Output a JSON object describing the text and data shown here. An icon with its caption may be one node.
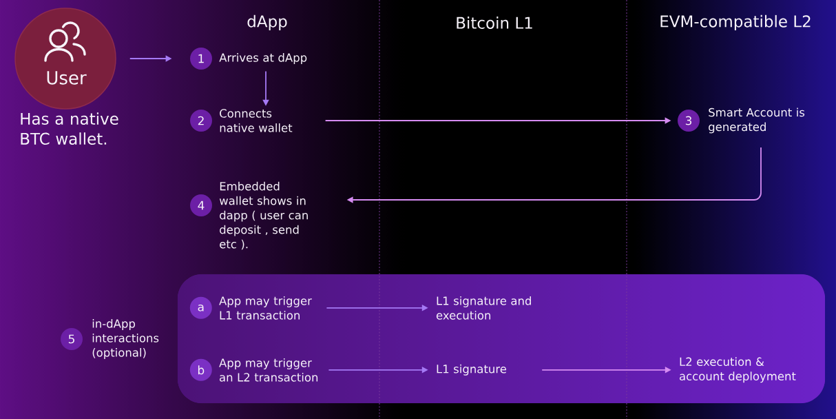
{
  "diagram": {
    "nodes": [
      {
        "text": [
          "User"
        ],
        "beside": [
          "Has a native BTC wallet."
        ]
      },
      {
        "text": [
          "1",
          "Arrives at dApp"
        ]
      },
      {
        "text": [
          "2",
          "Connects native wallet"
        ]
      },
      {
        "text": [
          "3",
          "Smart Account is generated"
        ]
      },
      {
        "text": [
          "4",
          "Embedded wallet shows in dapp ( user can deposit , send etc )."
        ]
      },
      {
        "text": [
          "5",
          "in-dApp interactions (optional)"
        ]
      },
      {
        "text": [],
        "shape": "box"
      },
      {
        "text": [
          "a",
          "App may trigger L1 transaction"
        ],
        "in": 6
      },
      {
        "text": [
          "L1 signature and execution"
        ],
        "in": 6
      },
      {
        "text": [
          "b",
          "App may trigger an L2 transaction"
        ],
        "in": 6
      },
      {
        "text": [
          "L1 signature"
        ],
        "in": 6
      },
      {
        "text": [
          "L2 execution & account deployment"
        ],
        "in": 6
      }
    ],
    "edges": [
      {
        "from": 0,
        "to": 1,
        "arrow": "to"
      },
      {
        "from": 1,
        "to": 2,
        "arrow": "to"
      },
      {
        "from": 2,
        "to": 3,
        "arrow": "to",
        "color": "#d68cf2"
      },
      {
        "from": 3,
        "to": 4,
        "arrow": "to",
        "color": "#d68cf2"
      },
      {
        "from": 7,
        "to": 8,
        "arrow": "to"
      },
      {
        "from": 9,
        "to": 10,
        "arrow": "to"
      },
      {
        "from": 10,
        "to": 11,
        "arrow": "to",
        "color": "#d68cf2"
      }
    ],
    "labels": [
      "dApp",
      "Bitcoin L1",
      "EVM-compatible L2"
    ]
  }
}
